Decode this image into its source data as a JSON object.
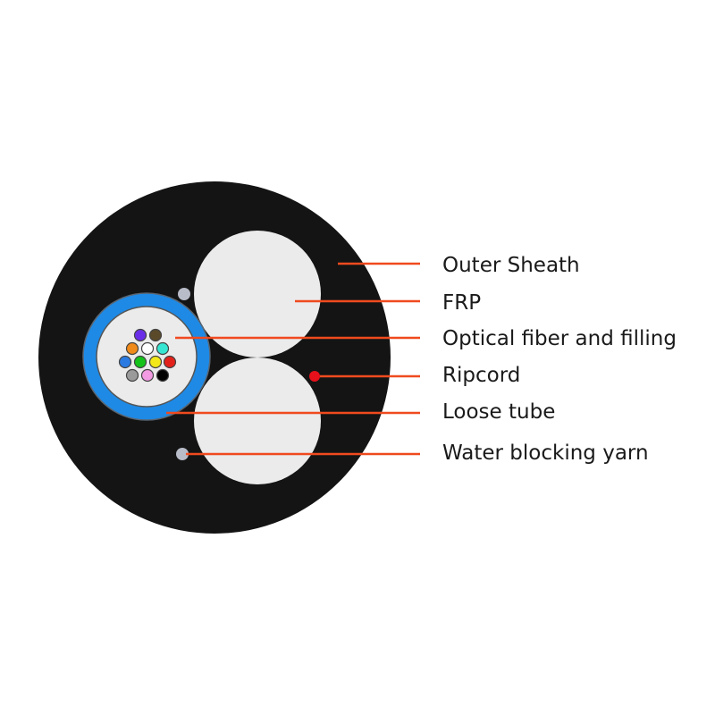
{
  "labels": {
    "outer_sheath": "Outer Sheath",
    "frp": "FRP",
    "optical_fiber": "Optical fiber and filling",
    "ripcord": "Ripcord",
    "loose_tube": "Loose tube",
    "water_blocking_yarn": "Water blocking yarn"
  },
  "colors": {
    "sheath": "#141414",
    "frp": "#ebebeb",
    "loose_tube": "#1e8ae6",
    "tube_inner": "#ebebeb",
    "leader_line": "#f04a1e",
    "ripcord": "#e8101a",
    "yarn": "#b8bcc8",
    "label_text": "#1a1a1a"
  },
  "fibers": [
    {
      "color": "#6a2ee8",
      "name": "violet-fiber"
    },
    {
      "color": "#5a4a2a",
      "name": "brown-fiber"
    },
    {
      "color": "#f08a1a",
      "name": "orange-fiber"
    },
    {
      "color": "#ffffff",
      "name": "white-fiber"
    },
    {
      "color": "#36e6d2",
      "name": "aqua-fiber"
    },
    {
      "color": "#2a7ae2",
      "name": "blue-fiber"
    },
    {
      "color": "#14c21a",
      "name": "green-fiber"
    },
    {
      "color": "#f2e81a",
      "name": "yellow-fiber"
    },
    {
      "color": "#e2221a",
      "name": "red-fiber"
    },
    {
      "color": "#9a9a9a",
      "name": "gray-fiber"
    },
    {
      "color": "#f29ae2",
      "name": "pink-fiber"
    },
    {
      "color": "#000000",
      "name": "black-fiber"
    }
  ]
}
